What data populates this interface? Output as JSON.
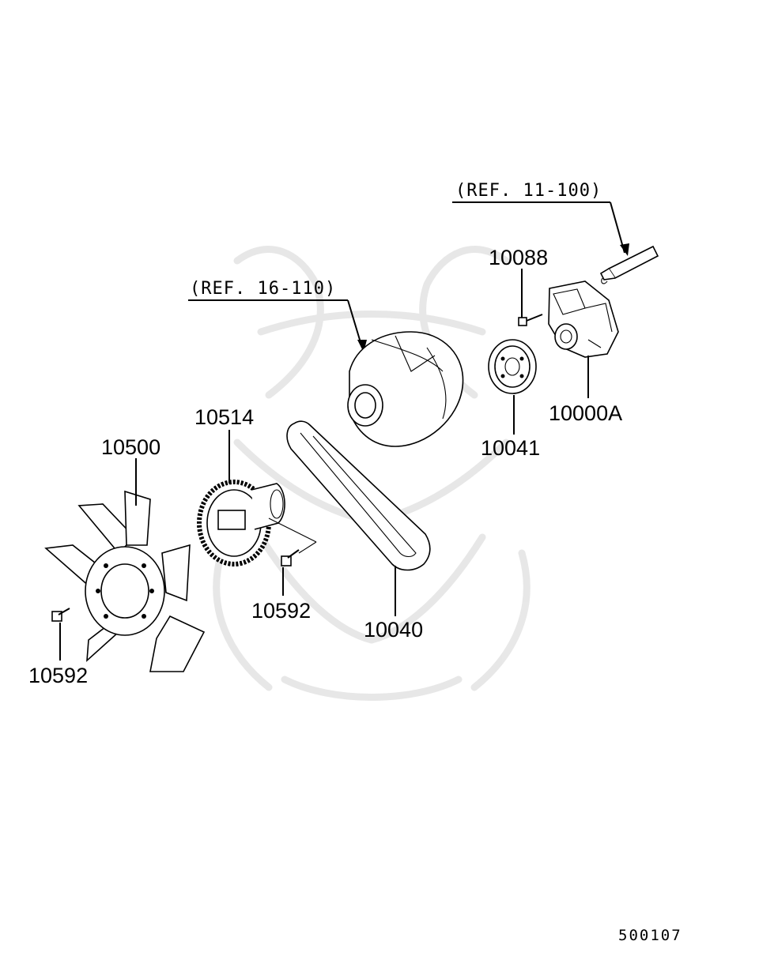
{
  "references": {
    "ref_alternator": "(REF. 16-110)",
    "ref_pump_sealant": "(REF. 11-100)"
  },
  "callouts": {
    "fan_blade": "10500",
    "fan_clutch": "10514",
    "fan_clutch_bolt": "10592",
    "fan_blade_bolt": "10592",
    "drive_belt": "10040",
    "idler_pulley": "10041",
    "pump_bolt": "10088",
    "power_steering_pump": "10000A"
  },
  "diagram_code": "500107"
}
